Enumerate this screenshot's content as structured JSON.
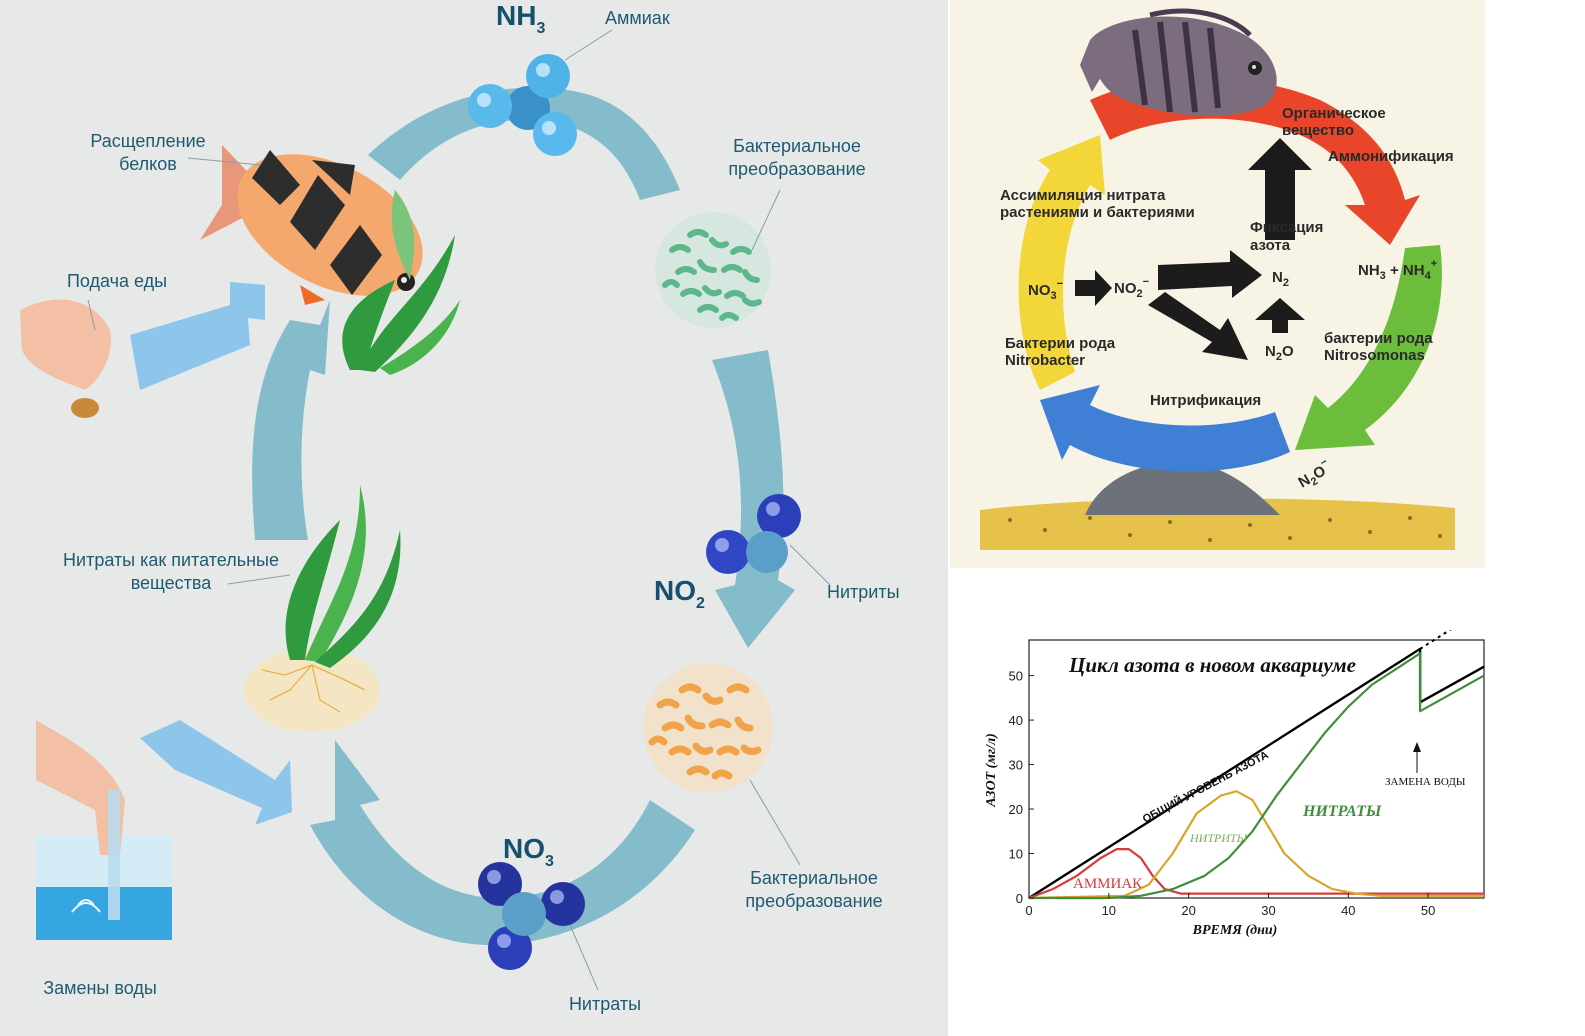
{
  "left_cycle": {
    "labels": {
      "ammonia_formula": "NH",
      "ammonia_formula_sub": "3",
      "ammonia": "Аммиак",
      "protein_breakdown_1": "Расщепление",
      "protein_breakdown_2": "белков",
      "bacterial_1_line1": "Бактериальное",
      "bacterial_1_line2": "преобразование",
      "feeding": "Подача еды",
      "nitrates_nutrients_1": "Нитраты как питательные",
      "nitrates_nutrients_2": "вещества",
      "nitrite_formula": "NO",
      "nitrite_formula_sub": "2",
      "nitrites": "Нитриты",
      "bacterial_2_line1": "Бактериальное",
      "bacterial_2_line2": "преобразование",
      "nitrate_formula": "NO",
      "nitrate_formula_sub": "3",
      "nitrates": "Нитраты",
      "water_changes": "Замены воды"
    },
    "colors": {
      "background": "#e6e9e8",
      "arrow": "#84bccb",
      "feed_arrow": "#8ec5ea",
      "text": "#1f5a72",
      "ammonia_sphere": "#4fb3e8",
      "nitrite_sphere": "#2a3fb8",
      "nitrate_sphere": "#24339e",
      "green_bacteria": "#5cb88a",
      "orange_bacteria": "#f0a34a"
    }
  },
  "right_cycle": {
    "labels": {
      "organic_1": "Органическое",
      "organic_2": "вещество",
      "ammonification": "Аммонификация",
      "assimilation_1": "Ассимиляция нитрата",
      "assimilation_2": "растениями и бактериями",
      "fixation_1": "Фиксация",
      "fixation_2": "азота",
      "no3": "NO",
      "no3_sub": "3",
      "no3_sup": "−",
      "no2": "NO",
      "no2_sub": "2",
      "no2_sup": "−",
      "n2": "N",
      "n2_sub": "2",
      "nh3_nh4": "NH",
      "nh3_sub": "3",
      "plus": " + NH",
      "nh4_sub": "4",
      "nh4_sup": "+",
      "n2o_center": "N",
      "n2o_center_sub": "2",
      "n2o_center_o": "O",
      "nitrobacter_1": "Бактерии рода",
      "nitrobacter_2": "Nitrobacter",
      "nitrosomonas_1": "бактерии рода",
      "nitrosomonas_2": "Nitrosomonas",
      "nitrification": "Нитрификация",
      "n2o_bottom": "N",
      "n2o_bottom_sub": "2",
      "n2o_bottom_o": "O",
      "n2o_bottom_sup": "−"
    },
    "colors": {
      "red_arrow": "#e8452a",
      "green_arrow": "#6cbd3c",
      "blue_arrow": "#3f7fd6",
      "yellow_arrow": "#f3d63a",
      "black_arrow": "#1c1c1c",
      "sand": "#e6c24a",
      "rock": "#6d717a"
    }
  },
  "chart_data": {
    "type": "line",
    "title": "Цикл азота в новом аквариуме",
    "xlabel": "ВРЕМЯ (дни)",
    "ylabel": "АЗОТ (мг/л)",
    "xlim": [
      0,
      57
    ],
    "ylim": [
      0,
      58
    ],
    "xticks": [
      0,
      10,
      20,
      30,
      40,
      50
    ],
    "yticks": [
      0,
      10,
      20,
      30,
      40,
      50
    ],
    "annotations": {
      "total": "ОБЩИЙ УРОВЕНЬ АЗОТА",
      "nitrites": "НИТРИТЫ",
      "nitrates": "НИТРАТЫ",
      "ammonia": "АММИАК",
      "water_change": "ЗАМЕНА ВОДЫ"
    },
    "series": [
      {
        "name": "ОБЩИЙ УРОВЕНЬ АЗОТА",
        "color": "#000000",
        "x": [
          0,
          49,
          49,
          57
        ],
        "y": [
          0,
          56,
          44,
          52
        ]
      },
      {
        "name": "АММИАК",
        "color": "#d63a3a",
        "x": [
          0,
          3,
          6,
          9,
          11,
          12.5,
          14,
          15.5,
          17,
          19,
          22,
          57
        ],
        "y": [
          0,
          2,
          5,
          9,
          11,
          11,
          9,
          5,
          2,
          1,
          1,
          1
        ]
      },
      {
        "name": "НИТРИТЫ",
        "color": "#d7a62b",
        "x": [
          0,
          12,
          15,
          18,
          21,
          24,
          26,
          28,
          30,
          32,
          35,
          38,
          41,
          44,
          57
        ],
        "y": [
          0,
          0.5,
          3,
          10,
          19,
          23,
          24,
          22,
          16,
          10,
          5,
          2,
          1,
          0.5,
          0.5
        ]
      },
      {
        "name": "НИТРАТЫ",
        "color": "#3e8e3a",
        "x": [
          0,
          10,
          14,
          18,
          22,
          25,
          28,
          31,
          34,
          37,
          40,
          43,
          46,
          49,
          49,
          57
        ],
        "y": [
          0,
          0,
          0.5,
          2,
          5,
          9,
          15,
          23,
          30,
          37,
          43,
          48,
          51.5,
          55,
          42,
          50
        ]
      }
    ]
  }
}
